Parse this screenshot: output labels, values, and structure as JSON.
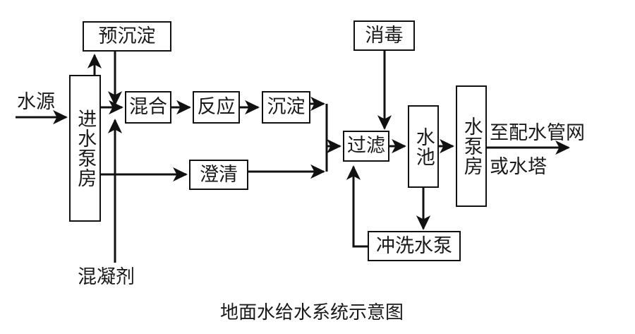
{
  "diagram": {
    "title": "地面水给水系统示意图",
    "type": "process-flow-diagram",
    "ink_color": "#111111",
    "background_color": "#ffffff",
    "nodes": [
      {
        "id": "pre_sed",
        "label": "预沉淀",
        "orientation": "horizontal"
      },
      {
        "id": "intake_pump",
        "label": "进水泵房",
        "orientation": "vertical"
      },
      {
        "id": "mixing",
        "label": "混合",
        "orientation": "horizontal"
      },
      {
        "id": "reaction",
        "label": "反应",
        "orientation": "horizontal"
      },
      {
        "id": "sedimentation",
        "label": "沉淀",
        "orientation": "horizontal"
      },
      {
        "id": "clarification",
        "label": "澄清",
        "orientation": "horizontal"
      },
      {
        "id": "disinfection",
        "label": "消毒",
        "orientation": "horizontal"
      },
      {
        "id": "filtration",
        "label": "过滤",
        "orientation": "horizontal"
      },
      {
        "id": "reservoir",
        "label": "水池",
        "orientation": "vertical"
      },
      {
        "id": "pump_house",
        "label": "水泵房",
        "orientation": "vertical"
      },
      {
        "id": "backwash_pump",
        "label": "冲洗水泵",
        "orientation": "horizontal"
      }
    ],
    "labels": {
      "source": "水源",
      "coagulant": "混凝剂",
      "outlet_top": "至配水管网",
      "outlet_bottom": "或水塔"
    },
    "flows": [
      {
        "from": "水源",
        "to": "进水泵房"
      },
      {
        "from": "进水泵房",
        "to": "预沉淀"
      },
      {
        "from": "预沉淀",
        "to": "混合"
      },
      {
        "from": "进水泵房",
        "to": "混合"
      },
      {
        "from": "混凝剂",
        "to": "混合"
      },
      {
        "from": "混合",
        "to": "反应"
      },
      {
        "from": "反应",
        "to": "沉淀"
      },
      {
        "from": "沉淀",
        "to": "过滤"
      },
      {
        "from": "进水泵房",
        "to": "澄清"
      },
      {
        "from": "澄清",
        "to": "过滤"
      },
      {
        "from": "消毒",
        "to": "过滤"
      },
      {
        "from": "过滤",
        "to": "水池"
      },
      {
        "from": "水池",
        "to": "水泵房"
      },
      {
        "from": "水池",
        "to": "冲洗水泵"
      },
      {
        "from": "冲洗水泵",
        "to": "过滤"
      },
      {
        "from": "水泵房",
        "to": "至配水管网或水塔"
      }
    ]
  }
}
